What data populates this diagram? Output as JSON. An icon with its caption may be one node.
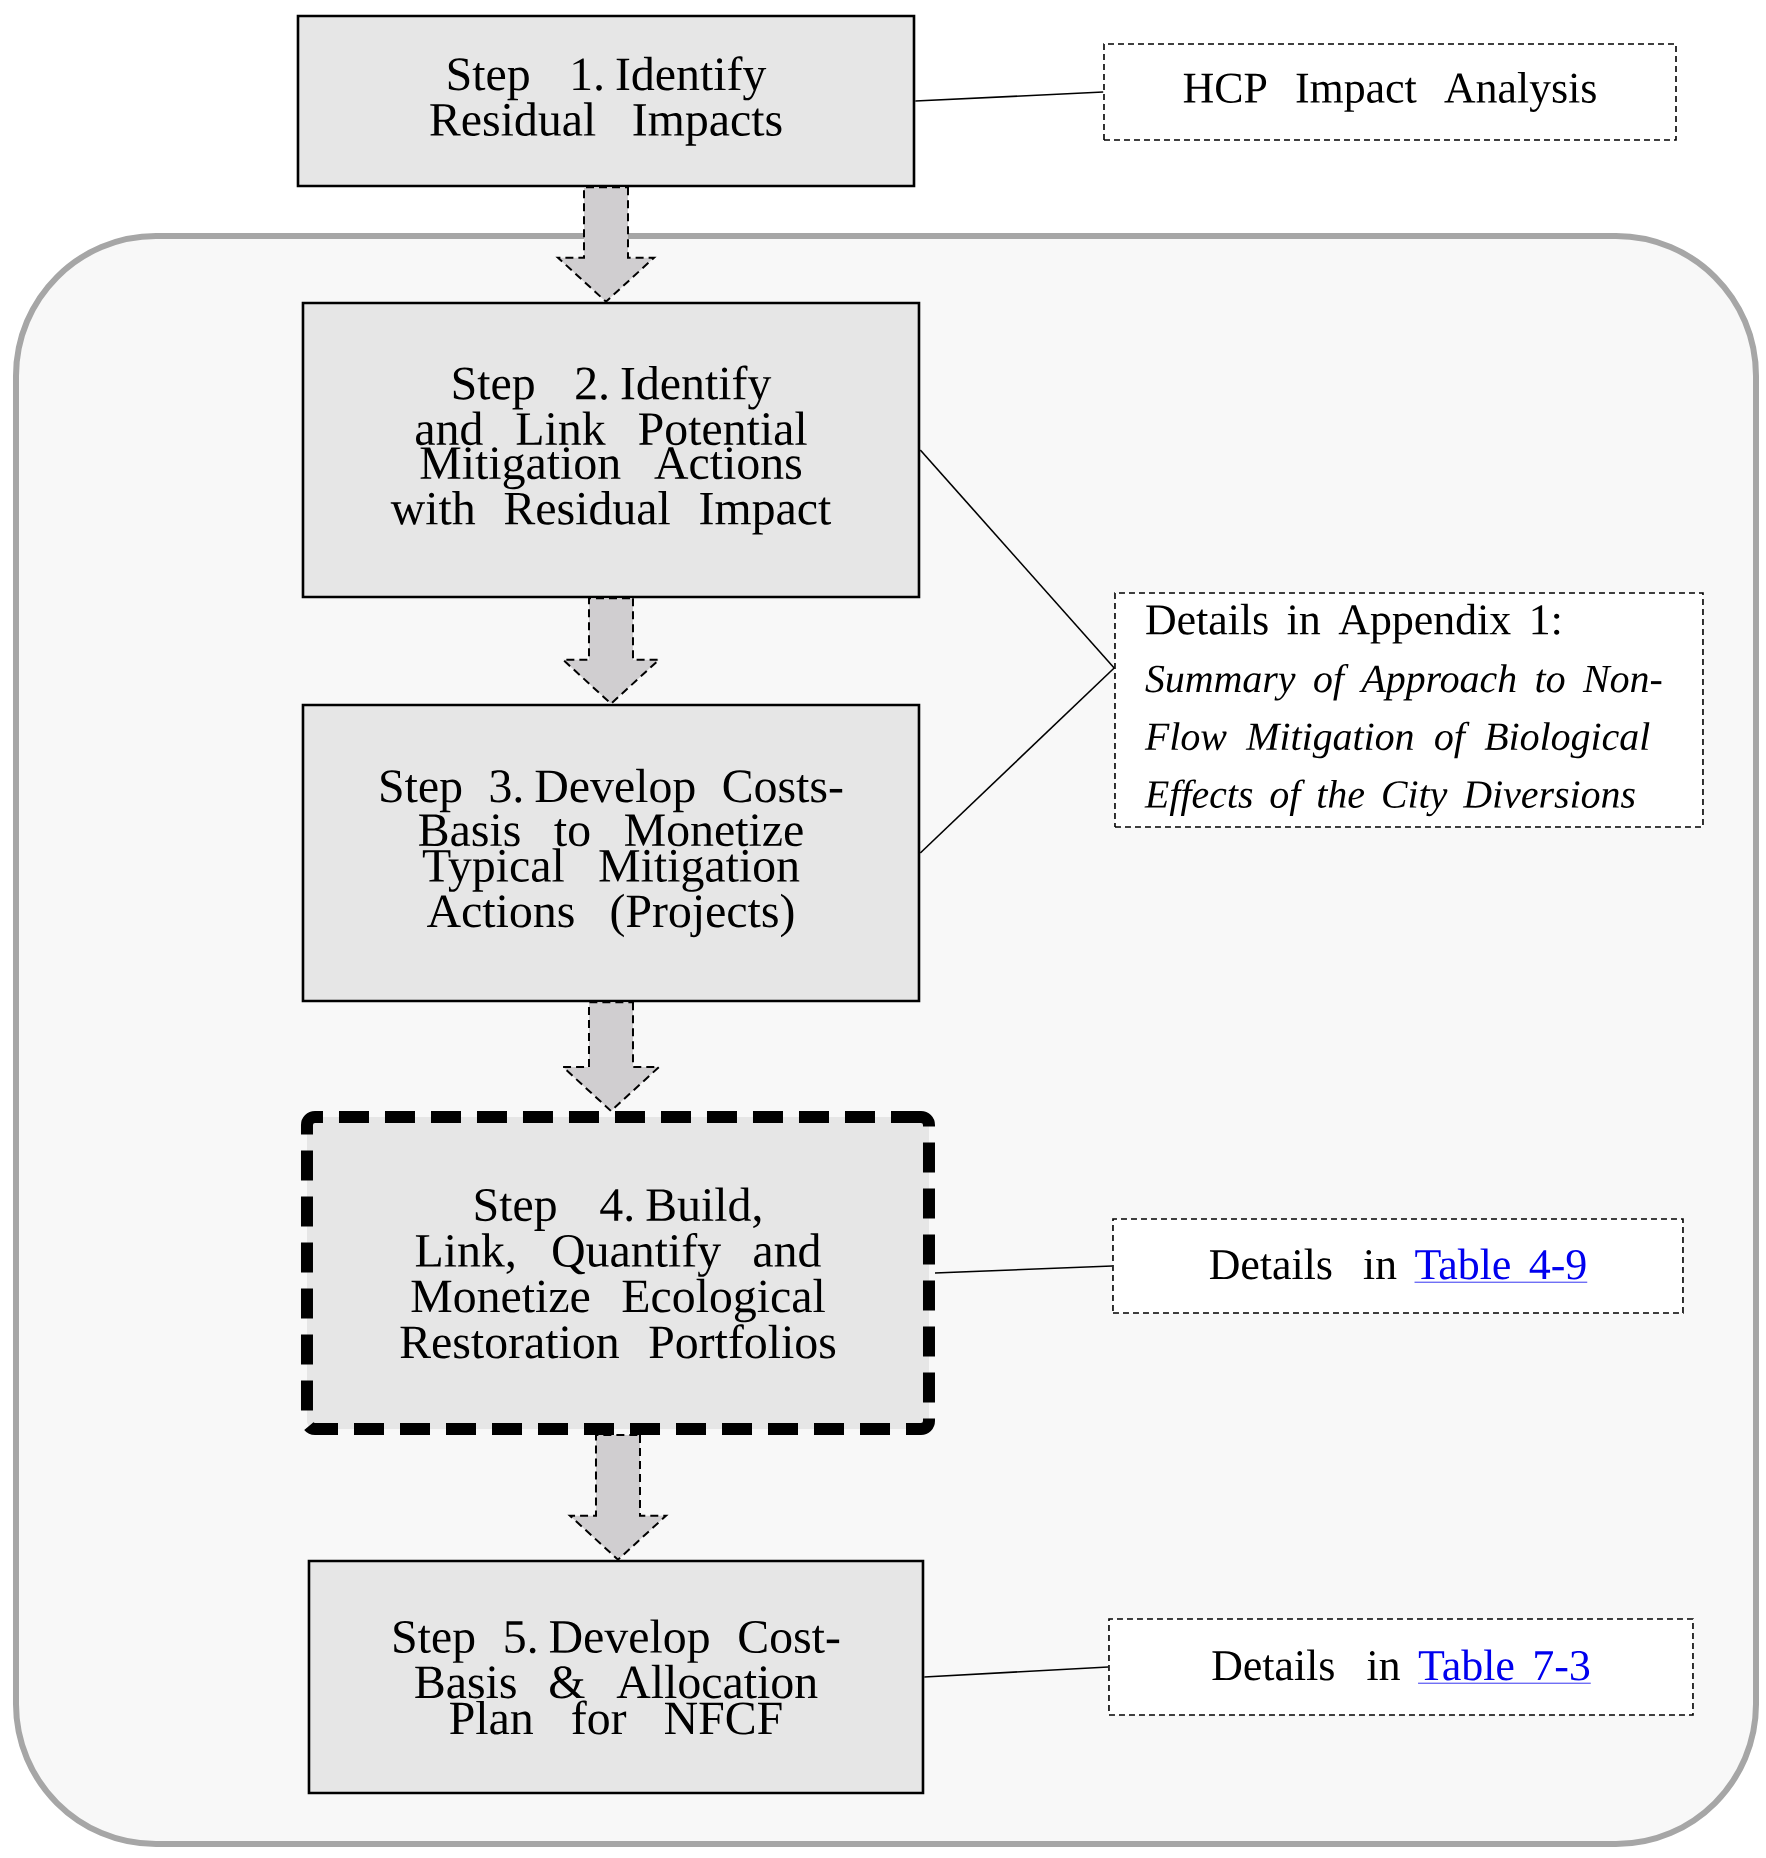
{
  "diagram": {
    "nodes": [
      {
        "text": [
          "Step 1.  Identify Residual Impacts"
        ]
      },
      {
        "text": [
          "HCP Impact Analysis"
        ]
      },
      {
        "text": [],
        "shape": "box"
      },
      {
        "text": [
          "Step 2.  Identify and Link Potential Mitigation Actions with Residual Impact"
        ],
        "in": 2
      },
      {
        "text": [
          "Details in Appendix 1:",
          "Summary of Approach to Non-Flow Mitigation of Biological Effects of the City Diversions"
        ],
        "in": 2
      },
      {
        "text": [
          "Step 3.  Develop Costs-Basis to Monetize Typical Mitigation Actions (Projects)"
        ],
        "in": 2
      },
      {
        "text": [
          "Step 4.  Build, Link, Quantify and Monetize Ecological Restoration Portfolios"
        ],
        "in": 2
      },
      {
        "text": [
          "Details in",
          "Table 4-9"
        ],
        "in": 2
      },
      {
        "text": [
          "Step 5.  Develop Cost-Basis & Allocation Plan for NFCF"
        ],
        "in": 2
      },
      {
        "text": [
          "Details in",
          "Table 7-3"
        ],
        "in": 2
      }
    ],
    "edges": [
      {
        "from": 0,
        "to": 3,
        "arrow": "to",
        "style": "dashed"
      },
      {
        "from": 3,
        "to": 5,
        "arrow": "to",
        "style": "dashed"
      },
      {
        "from": 5,
        "to": 6,
        "arrow": "to",
        "style": "dashed"
      },
      {
        "from": 6,
        "to": 8,
        "arrow": "to",
        "style": "dashed"
      },
      {
        "from": 0,
        "to": 1,
        "arrow": "none"
      },
      {
        "from": 3,
        "to": 4,
        "arrow": "none"
      },
      {
        "from": 5,
        "to": 4,
        "arrow": "none"
      },
      {
        "from": 6,
        "to": 7,
        "arrow": "none"
      },
      {
        "from": 8,
        "to": 9,
        "arrow": "none"
      }
    ]
  }
}
